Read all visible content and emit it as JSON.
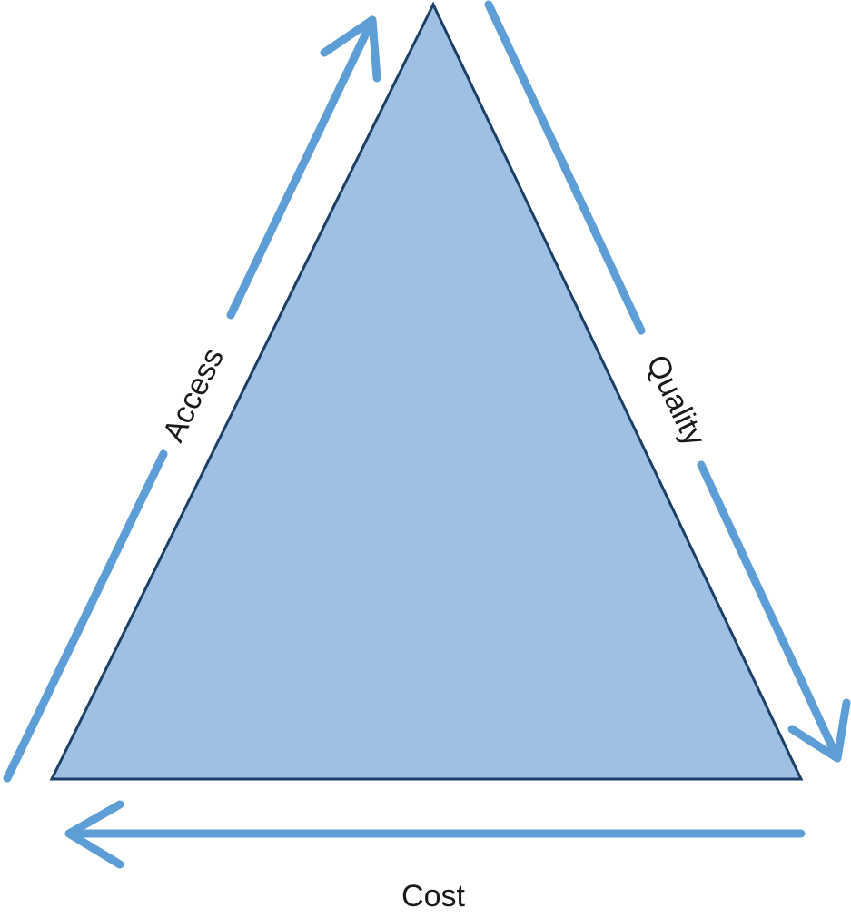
{
  "diagram": {
    "labels": {
      "access": "Access",
      "quality": "Quality",
      "cost": "Cost"
    },
    "colors": {
      "triangle_fill": "#9dc0e4",
      "triangle_stroke": "#1c3f66",
      "arrow": "#5e9ed6",
      "text": "#1a1a1a"
    }
  }
}
